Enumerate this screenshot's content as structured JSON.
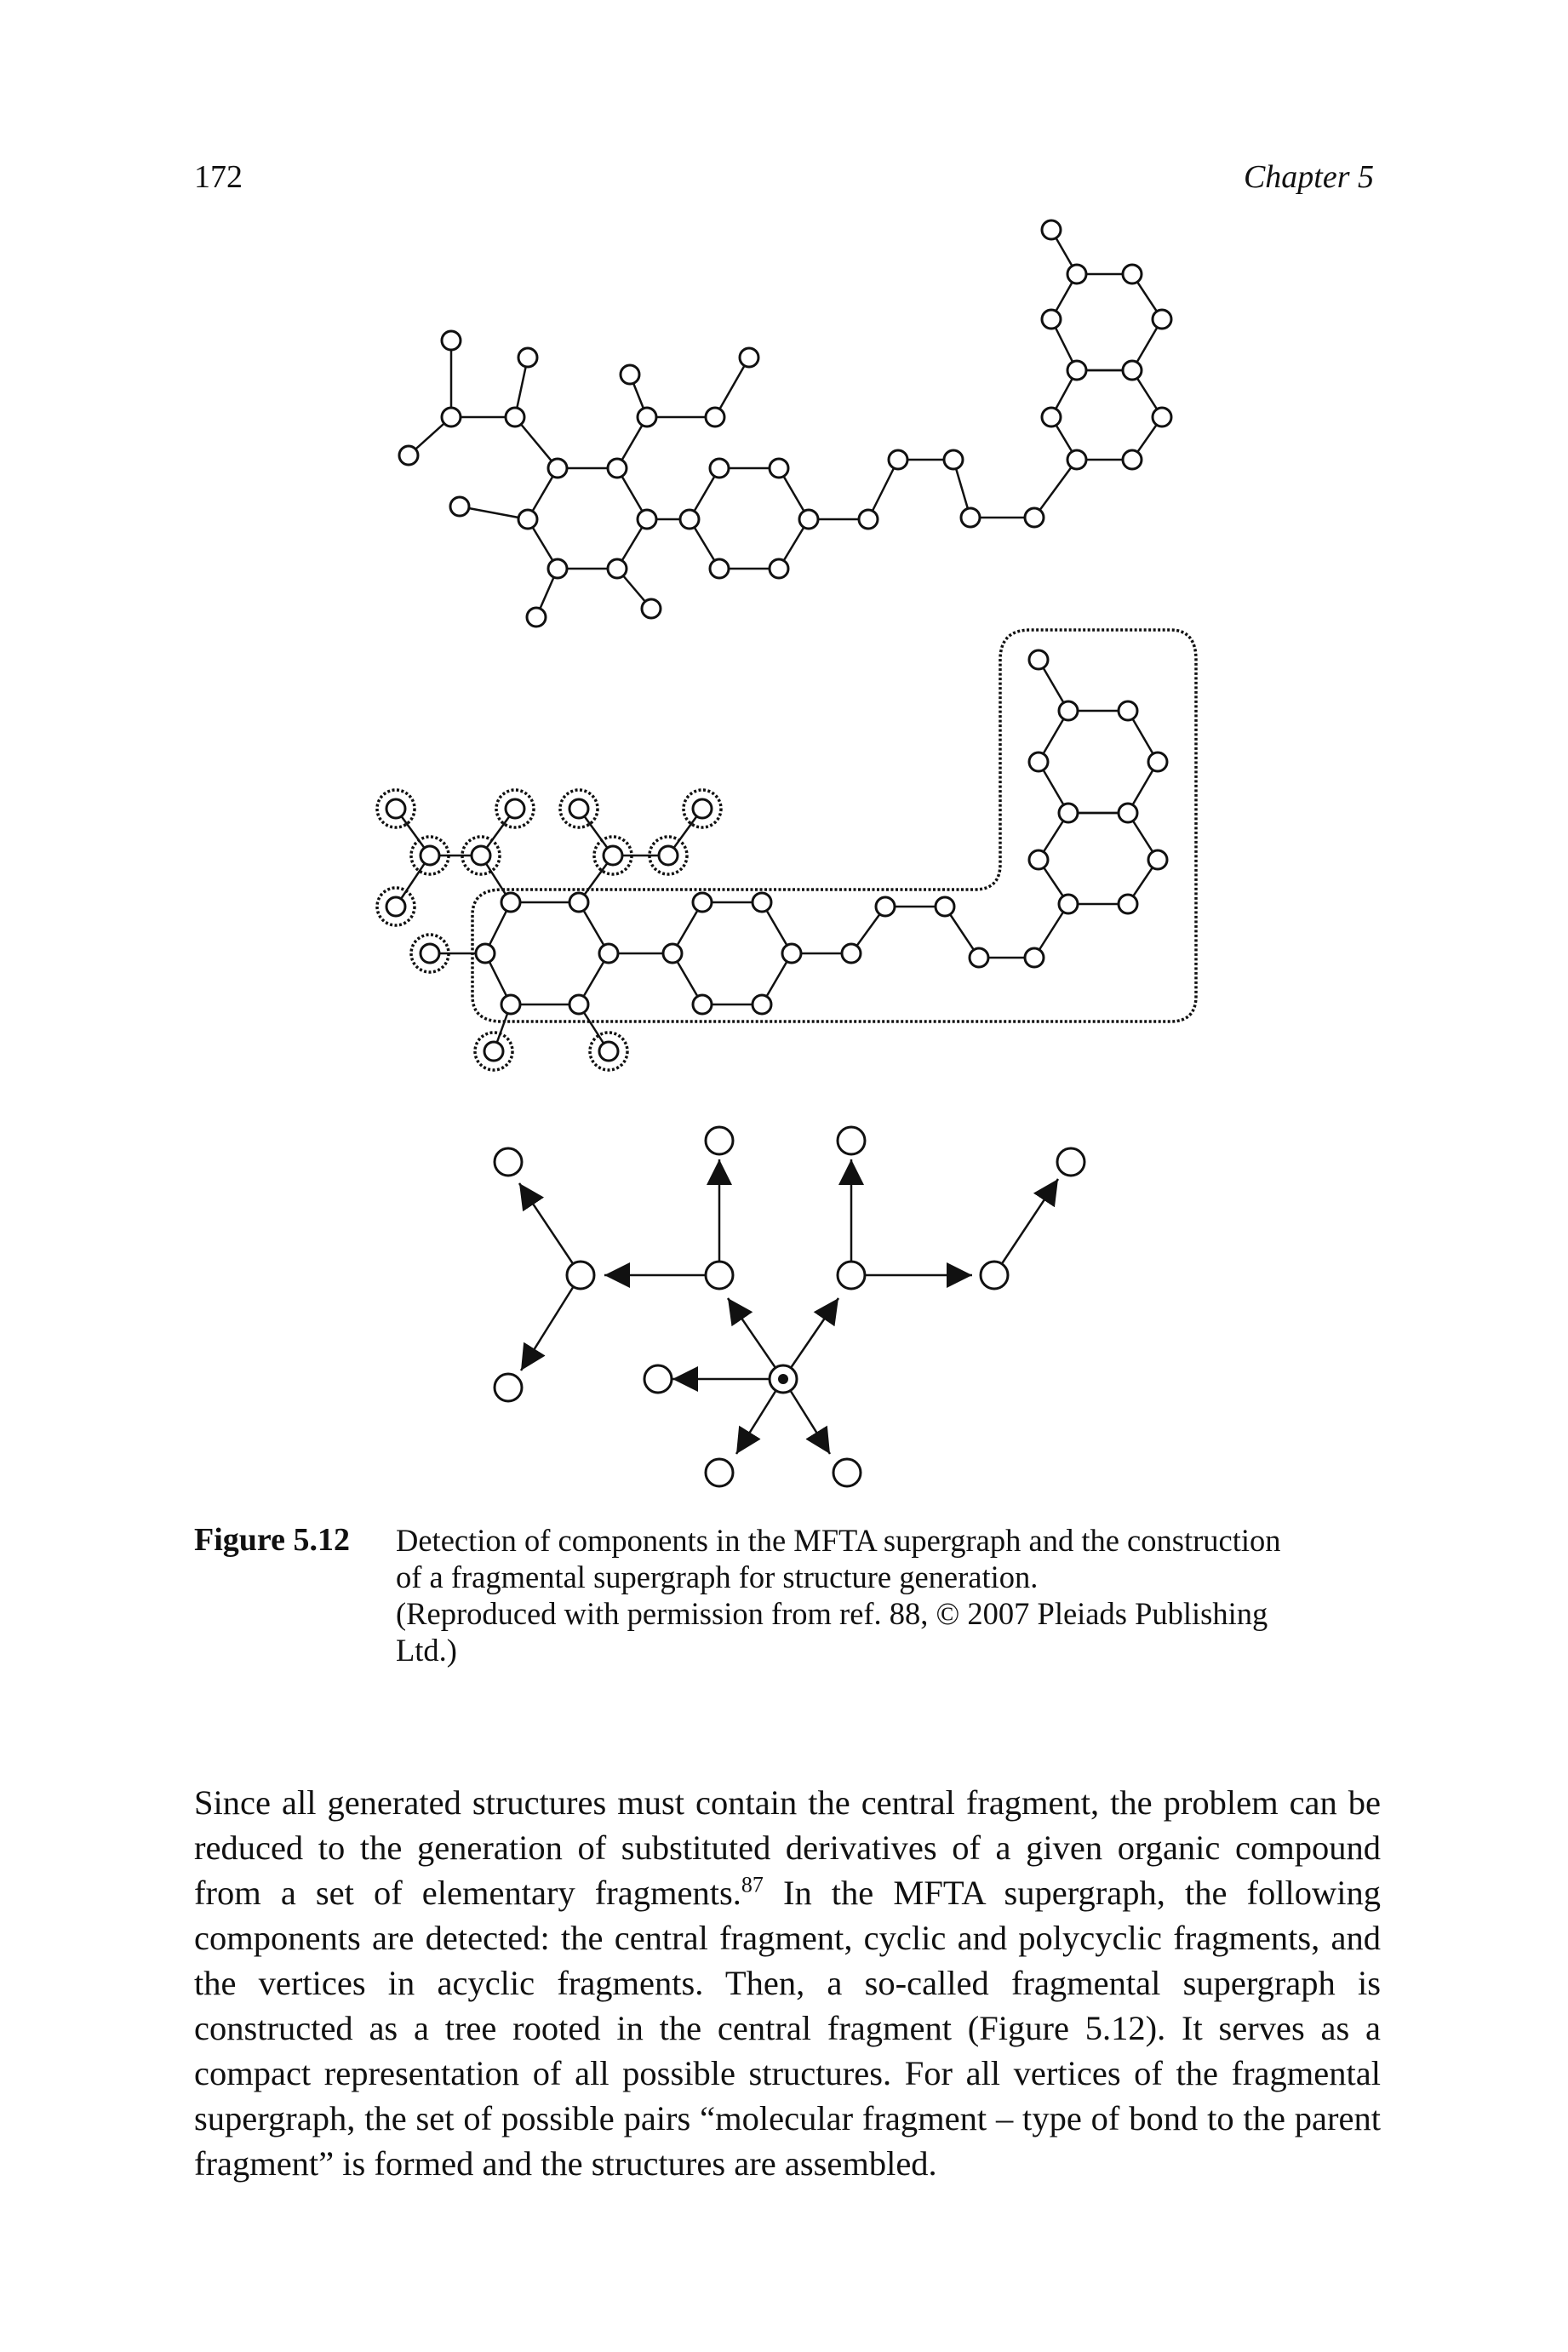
{
  "header": {
    "page_number": "172",
    "chapter": "Chapter 5"
  },
  "figure": {
    "label": "Figure 5.12",
    "caption_lines": [
      "Detection of components in the MFTA supergraph and the construction",
      "of a fragmental supergraph for structure generation.",
      "(Reproduced with permission from ref. 88, © 2007 Pleiads Publishing",
      "Ltd.)"
    ]
  },
  "body": {
    "para_pre": "Since all generated structures must contain the central fragment, the problem can be reduced to the generation of substituted derivatives of a given organic compound from a set of elementary fragments.",
    "ref_sup": "87",
    "para_post": " In the MFTA supergraph, the following components are detected: the central fragment, cyclic and polycyclic fragments, and the vertices in acyclic fragments. Then, a so-called fragmental supergraph is constructed as a tree rooted in the central fragment (Figure 5.12). It serves as a compact representation of all possible structures. For all vertices of the fragmental supergraph, the set of possible pairs “molecular fragment – type of bond to the parent fragment” is formed and the structures are assembled."
  }
}
